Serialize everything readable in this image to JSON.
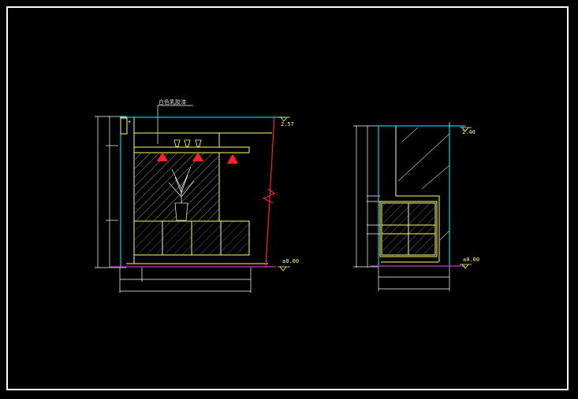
{
  "drawing": {
    "left_elevation": {
      "material_note": "白色乳胶漆",
      "top_level": "2.57",
      "floor_level": "±0.00"
    },
    "right_elevation": {
      "top_level": "2.40",
      "floor_level": "±0.00"
    }
  },
  "colors": {
    "background": "#000000",
    "border": "#ffffff",
    "cyan": "#00ffff",
    "yellow": "#ffff66",
    "red": "#ff0000",
    "magenta": "#cc33cc",
    "white": "#ffffff"
  }
}
